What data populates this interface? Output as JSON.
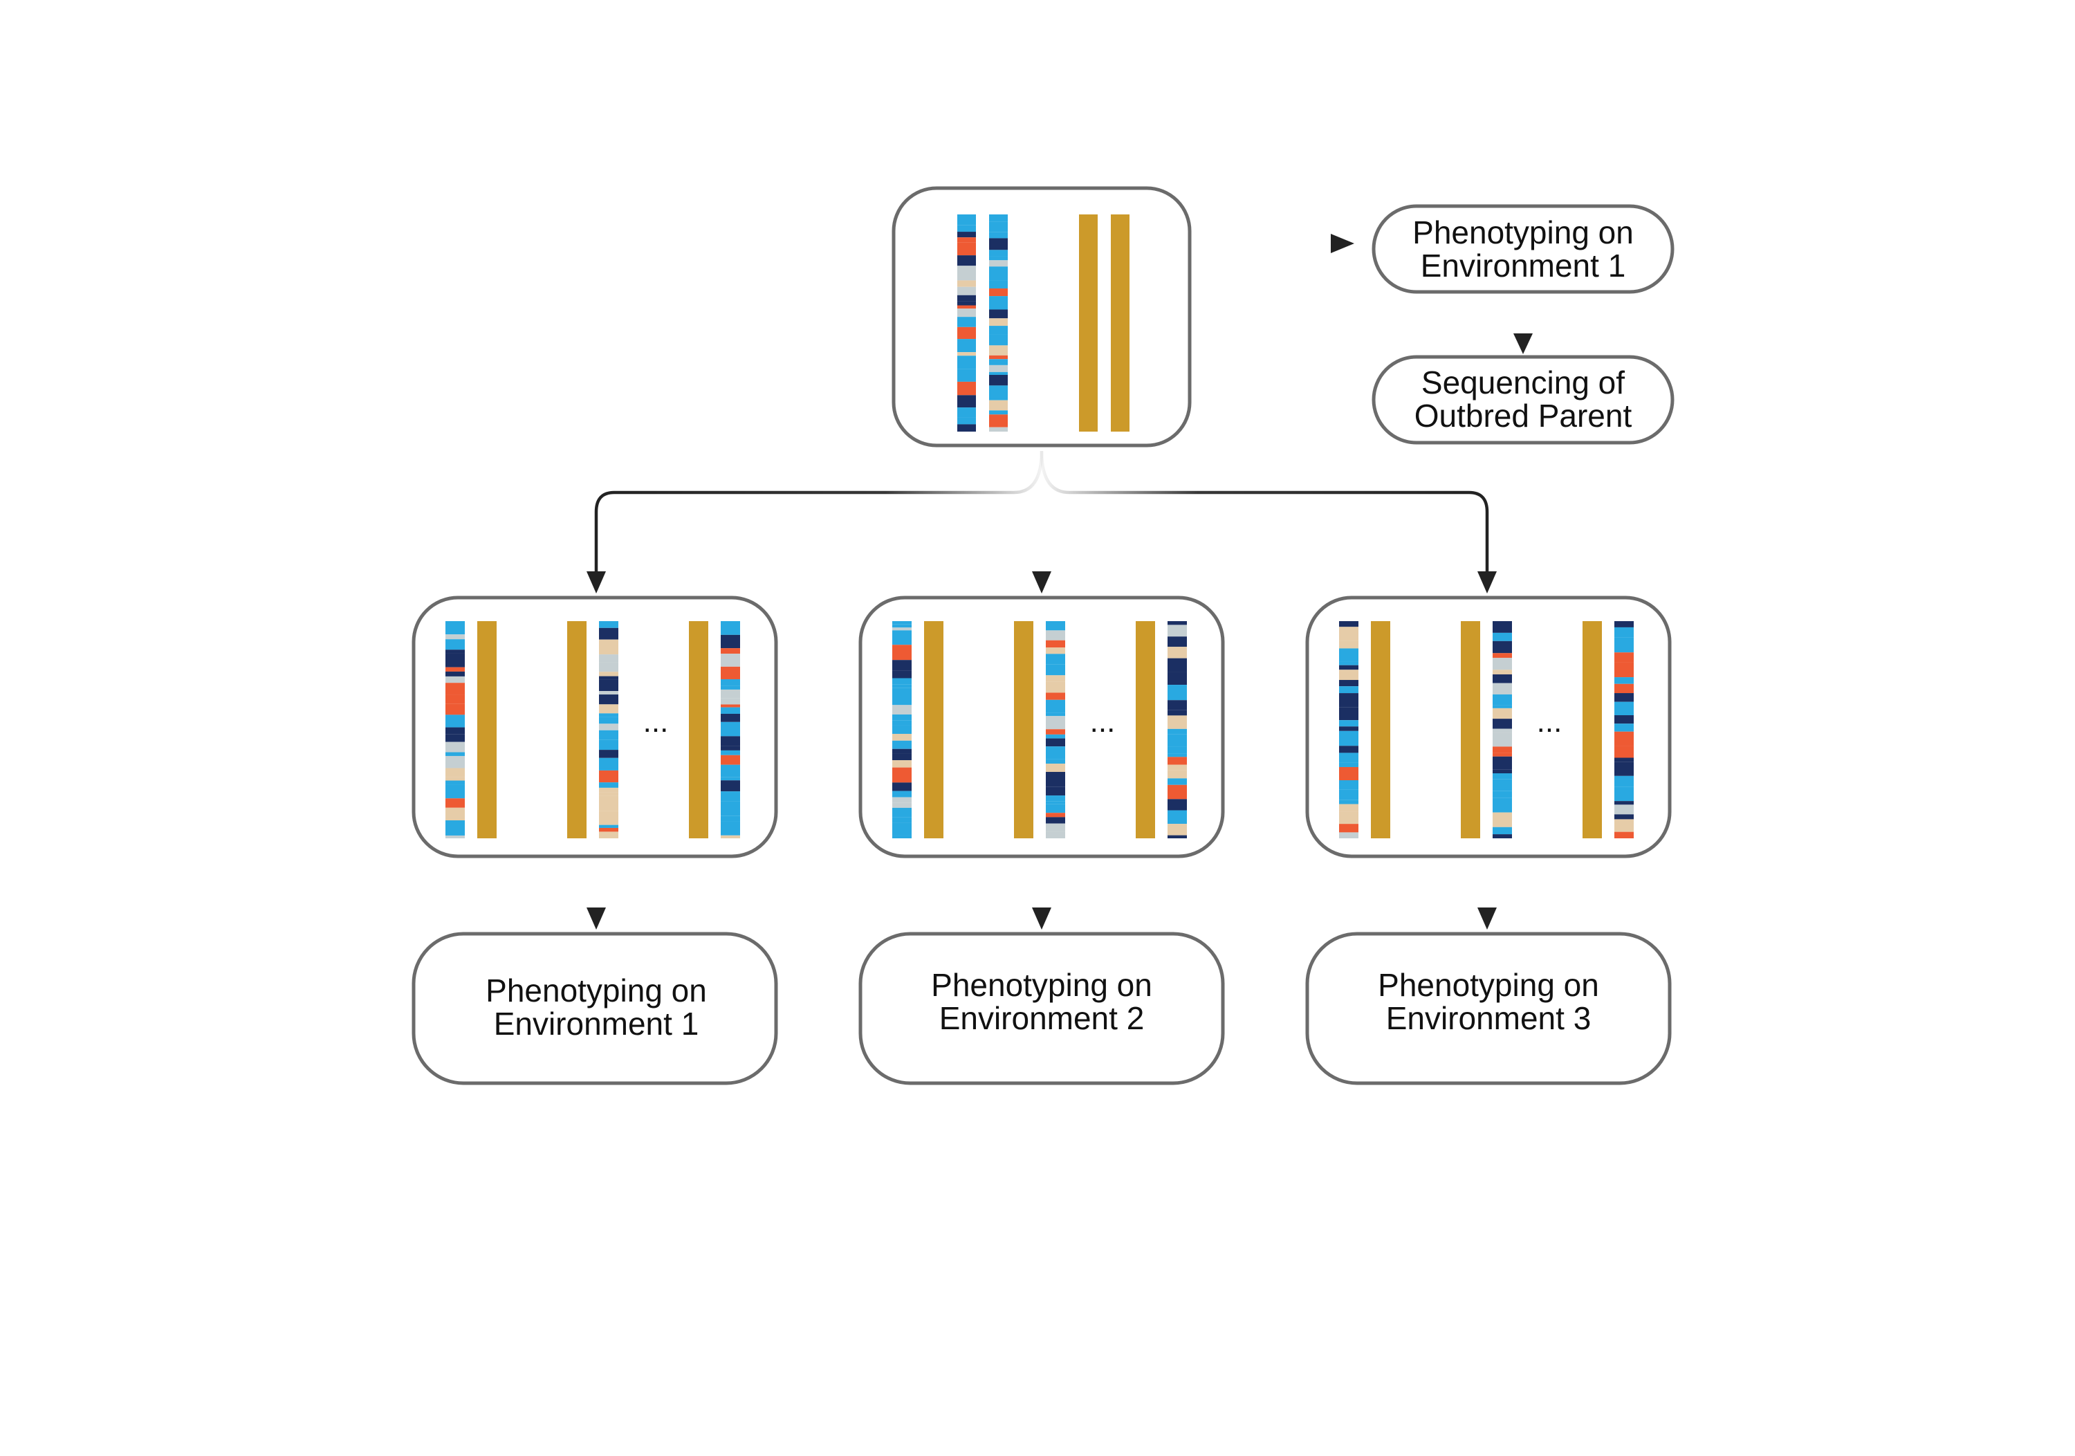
{
  "parent_panel": {
    "top_label": {
      "line1": "Phenotyping on",
      "line2": "Environment 1"
    },
    "sequencing_label": {
      "line1": "Sequencing of",
      "line2": "Outbred Parent"
    }
  },
  "offspring_panels": [
    {
      "ellipsis": "...",
      "label": {
        "line1": "Phenotyping on",
        "line2": "Environment 1"
      }
    },
    {
      "ellipsis": "...",
      "label": {
        "line1": "Phenotyping on",
        "line2": "Environment 2"
      }
    },
    {
      "ellipsis": "...",
      "label": {
        "line1": "Phenotyping on",
        "line2": "Environment 3"
      }
    }
  ],
  "colors": {
    "box_stroke": "#6b6b6b",
    "arrow": "#222222",
    "gold": "#CC9A2A",
    "sky": "#29A9E1",
    "navy": "#1B2F63",
    "red": "#EE5A33",
    "tan": "#E6CCA8",
    "gray": "#C5CFD2",
    "text": "#111111"
  }
}
